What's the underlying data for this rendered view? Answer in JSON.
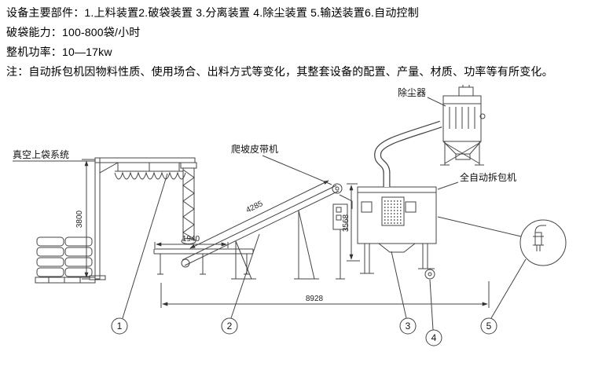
{
  "header": {
    "lines": [
      "设备主要部件：1.上料装置2.破袋装置 3.分离装置 4.除尘装置 5.输送装置6.自动控制",
      "破袋能力：100-800袋/小时",
      "整机功率：10—17kw",
      "注：自动拆包机因物料性质、使用场合、出料方式等变化，其整套设备的配置、产量、材质、功率等有所变化。"
    ]
  },
  "diagram": {
    "labels": {
      "vacuum_system": "真空上袋系统",
      "climbing_belt": "爬坡皮带机",
      "dust_collector": "除尘器",
      "auto_unpacker": "全自动拆包机"
    },
    "dimensions": {
      "gantry_height": "3800",
      "belt_length": "4285",
      "conveyor_width": "1940",
      "machine_height": "3568",
      "total_length": "8928"
    },
    "callouts": [
      "1",
      "2",
      "3",
      "4",
      "5"
    ],
    "line_color": "#444"
  }
}
